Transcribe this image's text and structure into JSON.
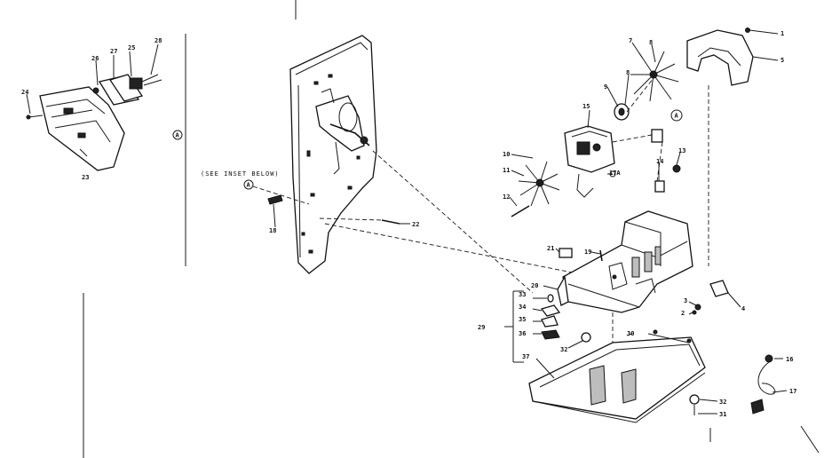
{
  "diagram": {
    "inset_note": "(SEE INSET BELOW)",
    "callout_a": "A",
    "labels": [
      "1",
      "2",
      "3",
      "4",
      "5",
      "7",
      "8",
      "9",
      "10",
      "11",
      "12",
      "13",
      "14",
      "15",
      "16",
      "17",
      "17A",
      "18",
      "19",
      "20",
      "21",
      "22",
      "23",
      "24",
      "25",
      "26",
      "27",
      "28",
      "29",
      "30",
      "31",
      "32",
      "33",
      "34",
      "35",
      "36",
      "37"
    ],
    "colors": {
      "ink": "#111111",
      "paper": "#ffffff",
      "shade": "#bdbdbd"
    }
  }
}
